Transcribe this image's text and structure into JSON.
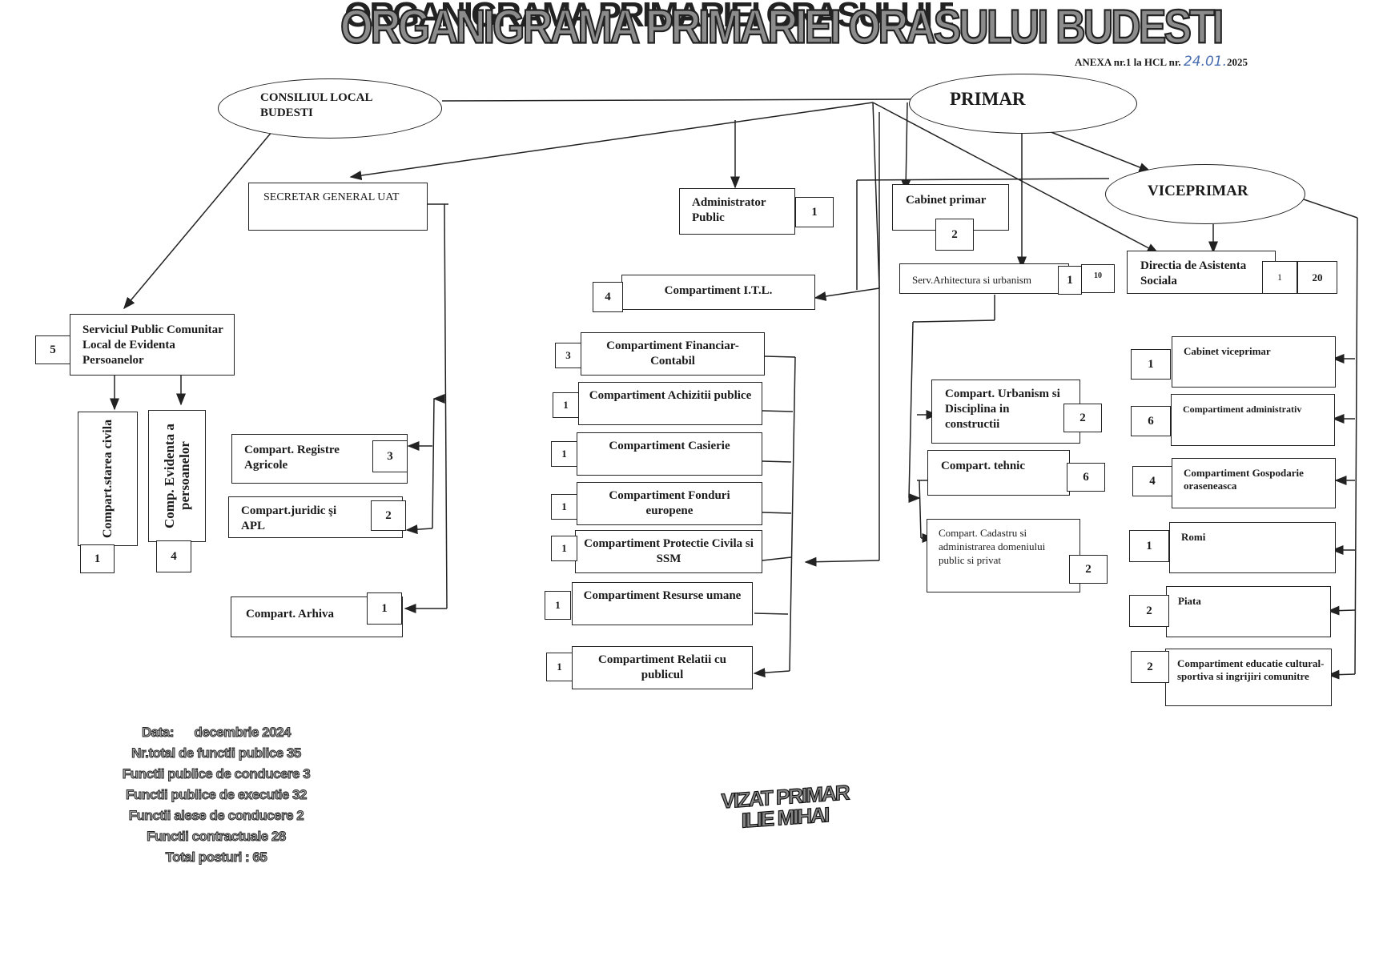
{
  "document": {
    "title": "ORGANIGRAMA PRIMARIEI ORASULUI BUDESTI",
    "annex_prefix": "ANEXA nr.1 la HCL nr.",
    "annex_handwritten": "24.01.",
    "annex_year": "2025"
  },
  "leadership": {
    "consiliu": "CONSILIUL LOCAL BUDESTI",
    "primar": "PRIMAR",
    "viceprimar": "VICEPRIMAR"
  },
  "left_branch": {
    "secretar": {
      "label": "SECRETAR GENERAL UAT"
    },
    "spclep": {
      "label": "Serviciul Public Comunitar Local de Evidenta Persoanelor",
      "count": "5"
    },
    "stare_civila": {
      "label": "Compart.starea civila",
      "count": "1"
    },
    "evidenta": {
      "label": "Comp. Evidenta a persoanelor",
      "count": "4"
    },
    "registre": {
      "label": "Compart. Registre Agricole",
      "count": "3"
    },
    "juridic": {
      "label": "Compart.juridic şi APL",
      "count": "2"
    },
    "arhiva": {
      "label": "Compart. Arhiva",
      "count": "1"
    }
  },
  "center_branch": {
    "administrator": {
      "label": "Administrator Public",
      "count": "1"
    },
    "itl": {
      "label": "Compartiment I.T.L.",
      "count": "4"
    },
    "compartments": [
      {
        "label": "Compartiment Financiar-Contabil",
        "count": "3"
      },
      {
        "label": "Compartiment Achizitii publice",
        "count": "1"
      },
      {
        "label": "Compartiment Casierie",
        "count": "1"
      },
      {
        "label": "Compartiment Fonduri europene",
        "count": "1"
      },
      {
        "label": "Compartiment Protectie Civila si SSM",
        "count": "1"
      },
      {
        "label": "Compartiment Resurse umane",
        "count": "1"
      },
      {
        "label": "Compartiment Relatii cu publicul",
        "count": "1"
      }
    ]
  },
  "right_branch": {
    "cabinet_primar": {
      "label": "Cabinet primar",
      "count": "2"
    },
    "arhitectura": {
      "label": "Serv.Arhitectura si urbanism",
      "count_lead": "1",
      "count_exec": "10"
    },
    "urbanism": {
      "label": "Compart. Urbanism si Disciplina in constructii",
      "count": "2"
    },
    "tehnic": {
      "label": "Compart. tehnic",
      "count": "6"
    },
    "cadastru": {
      "label": "Compart. Cadastru si administrarea domeniului public si privat",
      "count": "2"
    },
    "dgas": {
      "label": "Directia de Asistenta Sociala",
      "count_lead": "1",
      "count_exec": "20"
    },
    "vice_compartments": [
      {
        "label": "Cabinet viceprimar",
        "count": "1"
      },
      {
        "label": "Compartiment administrativ",
        "count": "6"
      },
      {
        "label": "Compartiment Gospodarie oraseneasca",
        "count": "4"
      },
      {
        "label": "Romi",
        "count": "1"
      },
      {
        "label": "Piata",
        "count": "2"
      },
      {
        "label": "Compartiment educatie cultural-sportiva si ingrijiri comunitre",
        "count": "2"
      }
    ]
  },
  "stats": {
    "date": "Data:      decembrie 2024",
    "total_public": "Nr.total de functii publice 35",
    "public_conducere": "Functii publice de conducere 3",
    "public_executie": "Functii publice de executie 32",
    "alese_conducere": "Functii alese de conducere 2",
    "contractuale": "Functii contractuale 28",
    "total_posturi": "Total posturi : 65"
  },
  "stamp": {
    "line1": "VIZAT PRIMAR",
    "line2": "ILIE MIHAI"
  }
}
